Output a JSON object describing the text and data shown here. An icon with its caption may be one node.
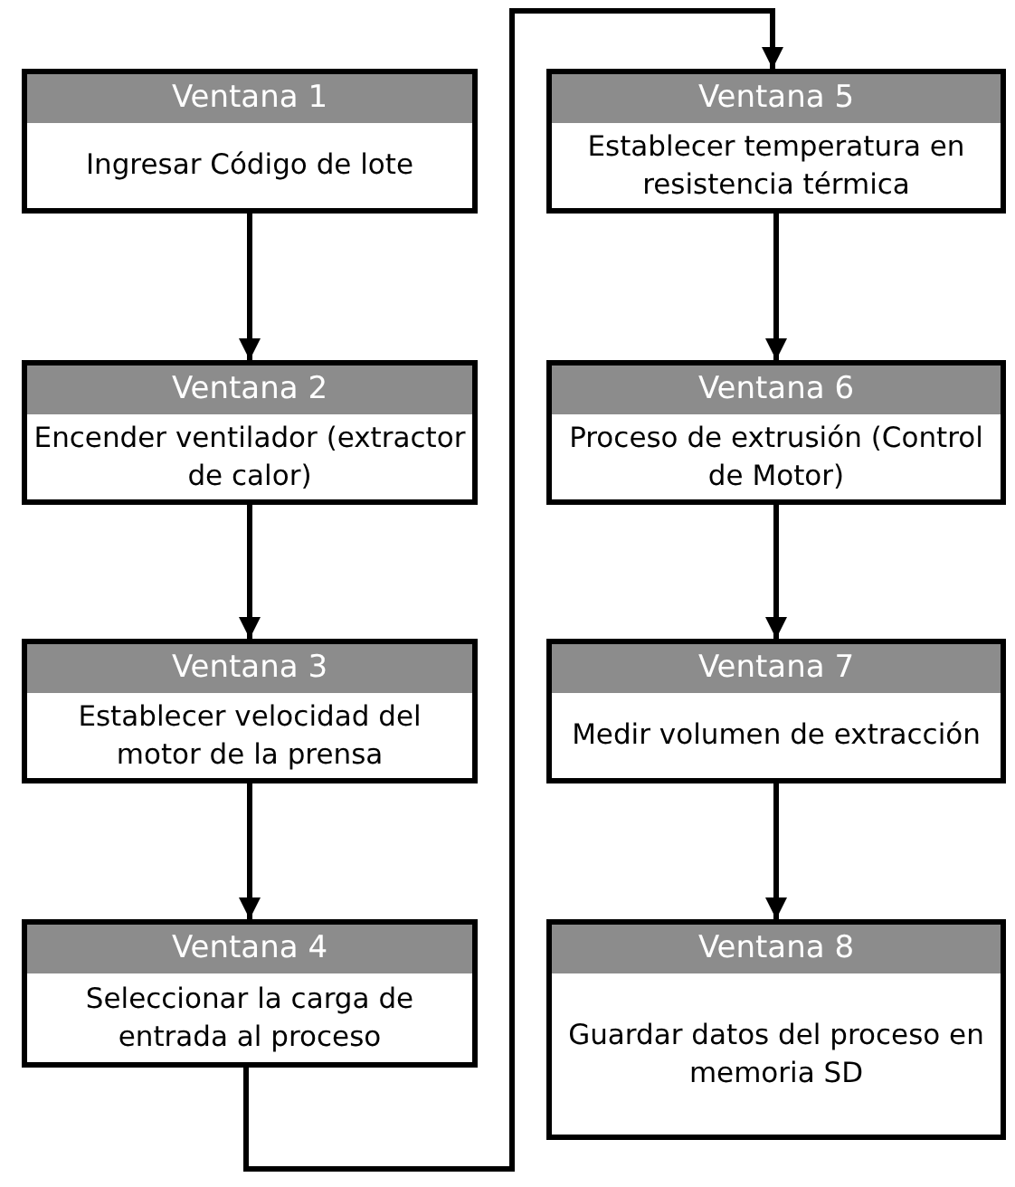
{
  "diagram": {
    "nodes": [
      {
        "text": [
          "Ventana 1",
          "Ingresar Código de lote"
        ]
      },
      {
        "text": [
          "Ventana 2",
          "Encender ventilador (extractor de calor)"
        ]
      },
      {
        "text": [
          "Ventana 3",
          "Establecer velocidad del motor de la prensa"
        ]
      },
      {
        "text": [
          "Ventana 4",
          "Seleccionar la carga de entrada al proceso"
        ]
      },
      {
        "text": [
          "Ventana 5",
          "Establecer temperatura en resistencia térmica"
        ]
      },
      {
        "text": [
          "Ventana 6",
          "Proceso de extrusión (Control de Motor)"
        ]
      },
      {
        "text": [
          "Ventana 7",
          "Medir volumen de extracción"
        ]
      },
      {
        "text": [
          "Ventana 8",
          "Guardar datos del proceso en memoria SD"
        ]
      }
    ],
    "edges": [
      {
        "from": 0,
        "to": 1,
        "arrow": "to"
      },
      {
        "from": 1,
        "to": 2,
        "arrow": "to"
      },
      {
        "from": 2,
        "to": 3,
        "arrow": "to"
      },
      {
        "from": 3,
        "to": 4,
        "arrow": "to"
      },
      {
        "from": 4,
        "to": 5,
        "arrow": "to"
      },
      {
        "from": 5,
        "to": 6,
        "arrow": "to"
      },
      {
        "from": 6,
        "to": 7,
        "arrow": "to"
      }
    ]
  }
}
